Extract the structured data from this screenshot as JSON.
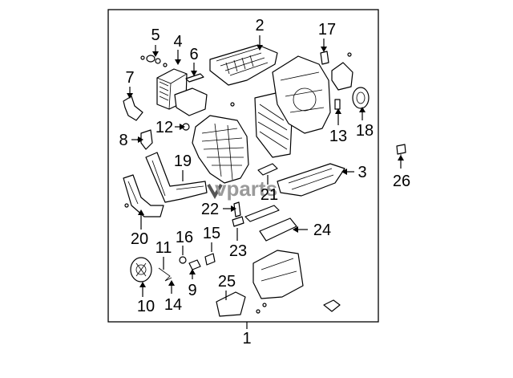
{
  "callouts": {
    "c1": "1",
    "c2": "2",
    "c3": "3",
    "c4": "4",
    "c5": "5",
    "c6": "6",
    "c7": "7",
    "c8": "8",
    "c9": "9",
    "c10": "10",
    "c11": "11",
    "c12": "12",
    "c13": "13",
    "c14": "14",
    "c15": "15",
    "c16": "16",
    "c17": "17",
    "c18": "18",
    "c19": "19",
    "c20": "20",
    "c21": "21",
    "c22": "22",
    "c23": "23",
    "c24": "24",
    "c25": "25",
    "c26": "26"
  },
  "watermark": {
    "prefix": "vparts",
    "colors": {
      "logo_dark": "#555555",
      "logo_light": "#9a9a9a"
    }
  },
  "colors": {
    "line": "#000000",
    "background": "#ffffff"
  }
}
